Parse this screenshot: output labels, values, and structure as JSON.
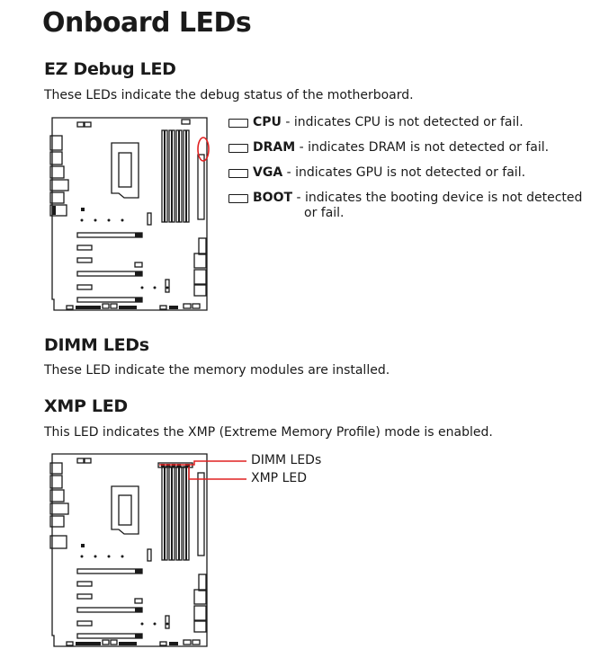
{
  "page_title": "Onboard LEDs",
  "ez_debug": {
    "heading": "EZ Debug LED",
    "description": "These LEDs indicate the debug status of the motherboard.",
    "items": [
      {
        "name": "CPU",
        "text": " - indicates CPU is not detected or fail."
      },
      {
        "name": "DRAM",
        "text": " - indicates DRAM is not detected or fail."
      },
      {
        "name": "VGA",
        "text": " - indicates GPU is not detected or fail."
      },
      {
        "name": "BOOT",
        "text": " - indicates the booting device is not detected",
        "text2": "or fail."
      }
    ],
    "highlight_color": "#e02020"
  },
  "dimm": {
    "heading": "DIMM LEDs",
    "description": "These LED indicate the memory modules are installed."
  },
  "xmp": {
    "heading": "XMP LED",
    "description": "This LED indicates the XMP (Extreme Memory Profile) mode is enabled.",
    "callout_dimm": "DIMM LEDs",
    "callout_xmp": "XMP LED",
    "callout_color": "#e02020"
  }
}
